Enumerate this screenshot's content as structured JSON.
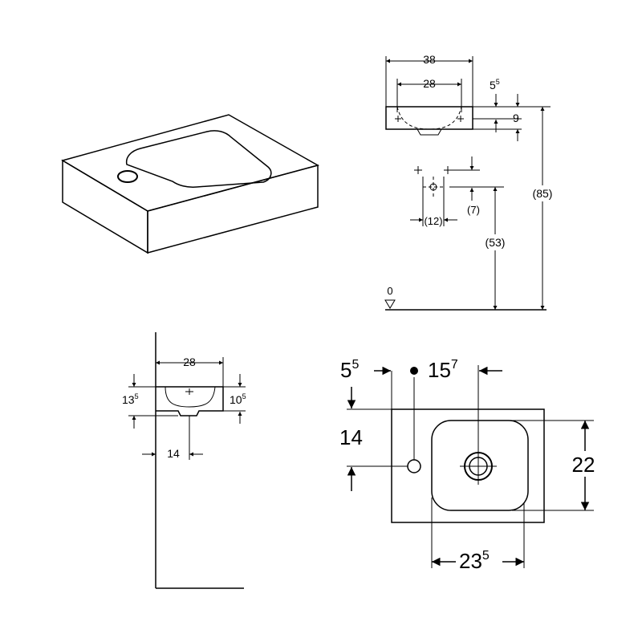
{
  "colors": {
    "line": "#000000",
    "background": "#ffffff"
  },
  "views": {
    "iso": {},
    "front": {
      "dims": {
        "width_outer": "38",
        "width_bowl": "28",
        "rim_main": "5",
        "rim_sup": "5",
        "bowl_depth": "9",
        "waste_offset": "(12)",
        "waste_height": "(7)",
        "mount_height": "(53)",
        "total_height": "(85)",
        "floor_level": "0"
      }
    },
    "side": {
      "dims": {
        "bowl_width": "28",
        "left_depth_main": "13",
        "left_depth_sup": "5",
        "right_depth_main": "10",
        "right_depth_sup": "5",
        "wall_offset": "14"
      }
    },
    "top": {
      "dims": {
        "tap_offset_main": "5",
        "tap_offset_sup": "5",
        "tap_to_waste_main": "15",
        "tap_to_waste_sup": "7",
        "tap_from_back": "14",
        "bowl_depth": "22",
        "bowl_width_main": "23",
        "bowl_width_sup": "5"
      }
    }
  }
}
